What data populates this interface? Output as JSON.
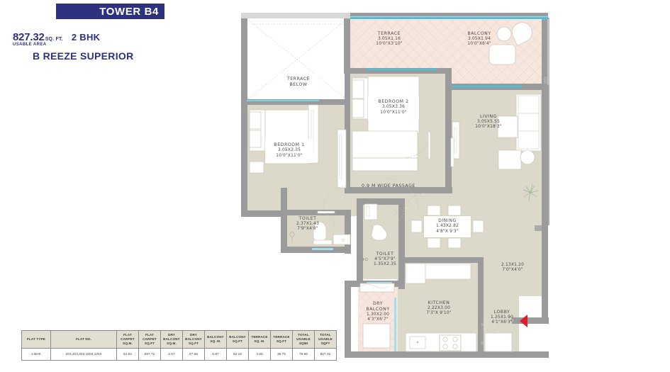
{
  "header": {
    "tower": "TOWER B4",
    "area_value": "827.32",
    "area_unit": "SQ. FT.",
    "area_sub": "USABLE AREA",
    "bhk": "2 BHK",
    "unit_name": "B REEZE SUPERIOR"
  },
  "colors": {
    "brand": "#2e3180",
    "floor": "#dcd9cb",
    "terrace": "#f7e6dd",
    "wall": "#9b9b9b",
    "glass": "#35c6e8",
    "entry_marker": "#d81f2a",
    "table_header": "#e2ded0"
  },
  "plan": {
    "terrace_below": {
      "name": "TERRACE",
      "name2": "BELOW"
    },
    "rooms": [
      {
        "name": "TERRACE",
        "metric": "3.05X1.16",
        "imperial": "10'0\"X3'10\""
      },
      {
        "name": "BALCONY",
        "metric": "3.05X1.94",
        "imperial": "10'0\"X6'4\""
      },
      {
        "name": "BEDROOM 2",
        "metric": "3.05X3.36",
        "imperial": "10'0\"X11'0\""
      },
      {
        "name": "LIVING",
        "metric": "3.05X5.55",
        "imperial": "10'0\"X18'3\""
      },
      {
        "name": "BEDROOM 1",
        "metric": "3.05X3.35",
        "imperial": "10'0\"X11'0\""
      },
      {
        "name": "TOILET",
        "metric": "2.37X1.43",
        "imperial": "7'9\"X4'8\""
      },
      {
        "name": "TOILET",
        "metric": "1.35X2.35",
        "imperial": "4'5\"X7'9\""
      },
      {
        "name": "DINING",
        "metric": "1.43X2.82",
        "imperial": "4'8\"X 9'3\""
      },
      {
        "name": "DRY BALCONY",
        "metric": "1.30X2.00",
        "imperial": "4'3\"X6'7\""
      },
      {
        "name": "KITCHEN",
        "metric": "2.22X3.00",
        "imperial": "7'3\"X 9'10\""
      },
      {
        "name": "LOBBY",
        "metric": "1.25X1.90",
        "imperial": "4'1\"X6'3\""
      }
    ],
    "passage_note": "0.9 M WIDE PASSAGE",
    "corridor_dim": {
      "metric": "2.13X1.20",
      "imperial": "7'0\"X4'0\""
    }
  },
  "table": {
    "headers": [
      "FLAT TYPE",
      "FLAT NO.",
      "FLAT CARPET SQ.M.",
      "FLAT CARPET SQ.FT",
      "DRY BALCONY SQ.M.",
      "DRY BALCONY SQ.FT",
      "BALCONY SQ. M.",
      "BALCONY SQ.FT",
      "TERRACE SQ. M.",
      "TERRACE SQ.FT",
      "TOTAL USABLE SQMI",
      "TOTAL USABLE SQFT"
    ],
    "headers_lines": [
      [
        "FLAT TYPE"
      ],
      [
        "FLAT NO."
      ],
      [
        "FLAT",
        "CARPET",
        "SQ.M."
      ],
      [
        "FLAT",
        "CARPET",
        "SQ.FT"
      ],
      [
        "DRY",
        "BALCONY",
        "SQ.M."
      ],
      [
        "DRY",
        "BALCONY",
        "SQ.FT"
      ],
      [
        "BALCONY",
        "SQ. M."
      ],
      [
        "BALCONY",
        "SQ.FT"
      ],
      [
        "TERRACE",
        "SQ. M."
      ],
      [
        "TERRACE",
        "SQ.FT"
      ],
      [
        "TOTAL",
        "USABLE",
        "SQMI"
      ],
      [
        "TOTAL",
        "USABLE",
        "SQFT"
      ]
    ],
    "rows": [
      {
        "flat_type": "2 BHK",
        "flat_no": "203,403,803,1003,1203",
        "flat_carpet_sqm": "64.82",
        "flat_carpet_sqft": "697.72",
        "dry_balcony_sqm": "2.57",
        "dry_balcony_sqft": "27.66",
        "balcony_sqm": "5.87",
        "balcony_sqft": "63.18",
        "terrace_sqm": "3.60",
        "terrace_sqft": "38.75",
        "total_usable_sqm": "76.96",
        "total_usable_sqft": "827.32"
      }
    ]
  }
}
